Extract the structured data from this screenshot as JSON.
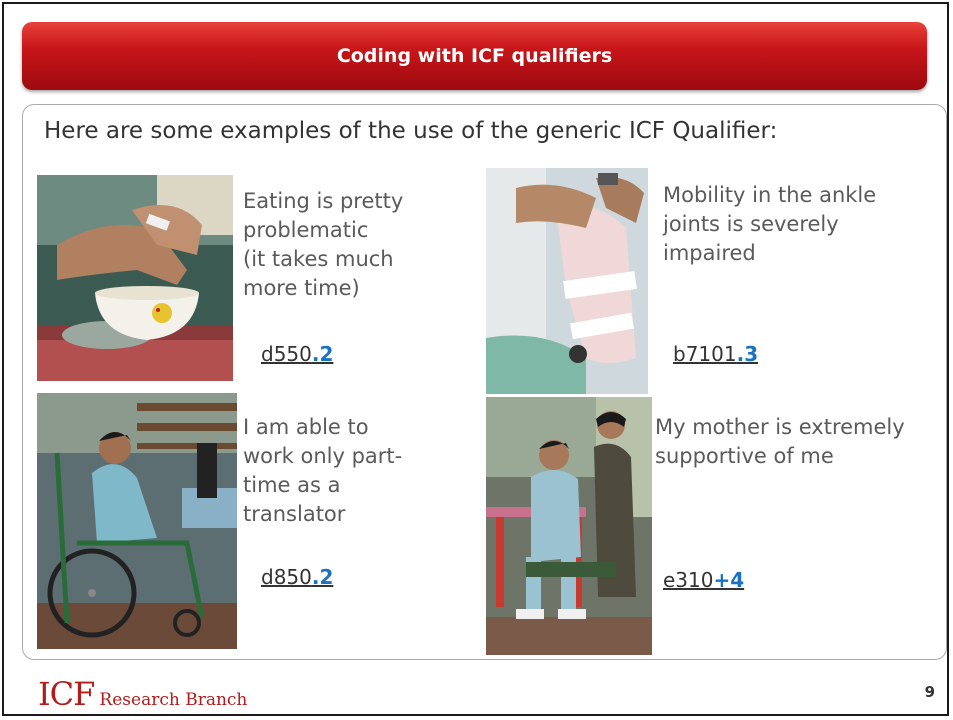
{
  "slide": {
    "title": "Coding with ICF qualifiers",
    "intro": "Here are some examples of the use of the generic ICF Qualifier:",
    "page_number": "9"
  },
  "examples": [
    {
      "text_lines": [
        "Eating is pretty",
        "problematic",
        "(it takes much",
        "more time)"
      ],
      "code": "d550",
      "qualifier": ".2"
    },
    {
      "text_lines": [
        "Mobility in the ankle",
        "joints is severely",
        "impaired"
      ],
      "code": "b7101",
      "qualifier": ".3"
    },
    {
      "text_lines": [
        "I am able to",
        "work only part-",
        "time as a",
        "translator"
      ],
      "code": "d850",
      "qualifier": ".2"
    },
    {
      "text_lines": [
        "My mother is extremely",
        "supportive of me"
      ],
      "code": "e310",
      "qualifier": "+4"
    }
  ],
  "footer": {
    "logo_main": "ICF",
    "logo_sub": "Research Branch"
  },
  "colors": {
    "title_red": "#c8161a",
    "qualifier_blue": "#1a73c2",
    "logo_red": "#b51a1a"
  }
}
